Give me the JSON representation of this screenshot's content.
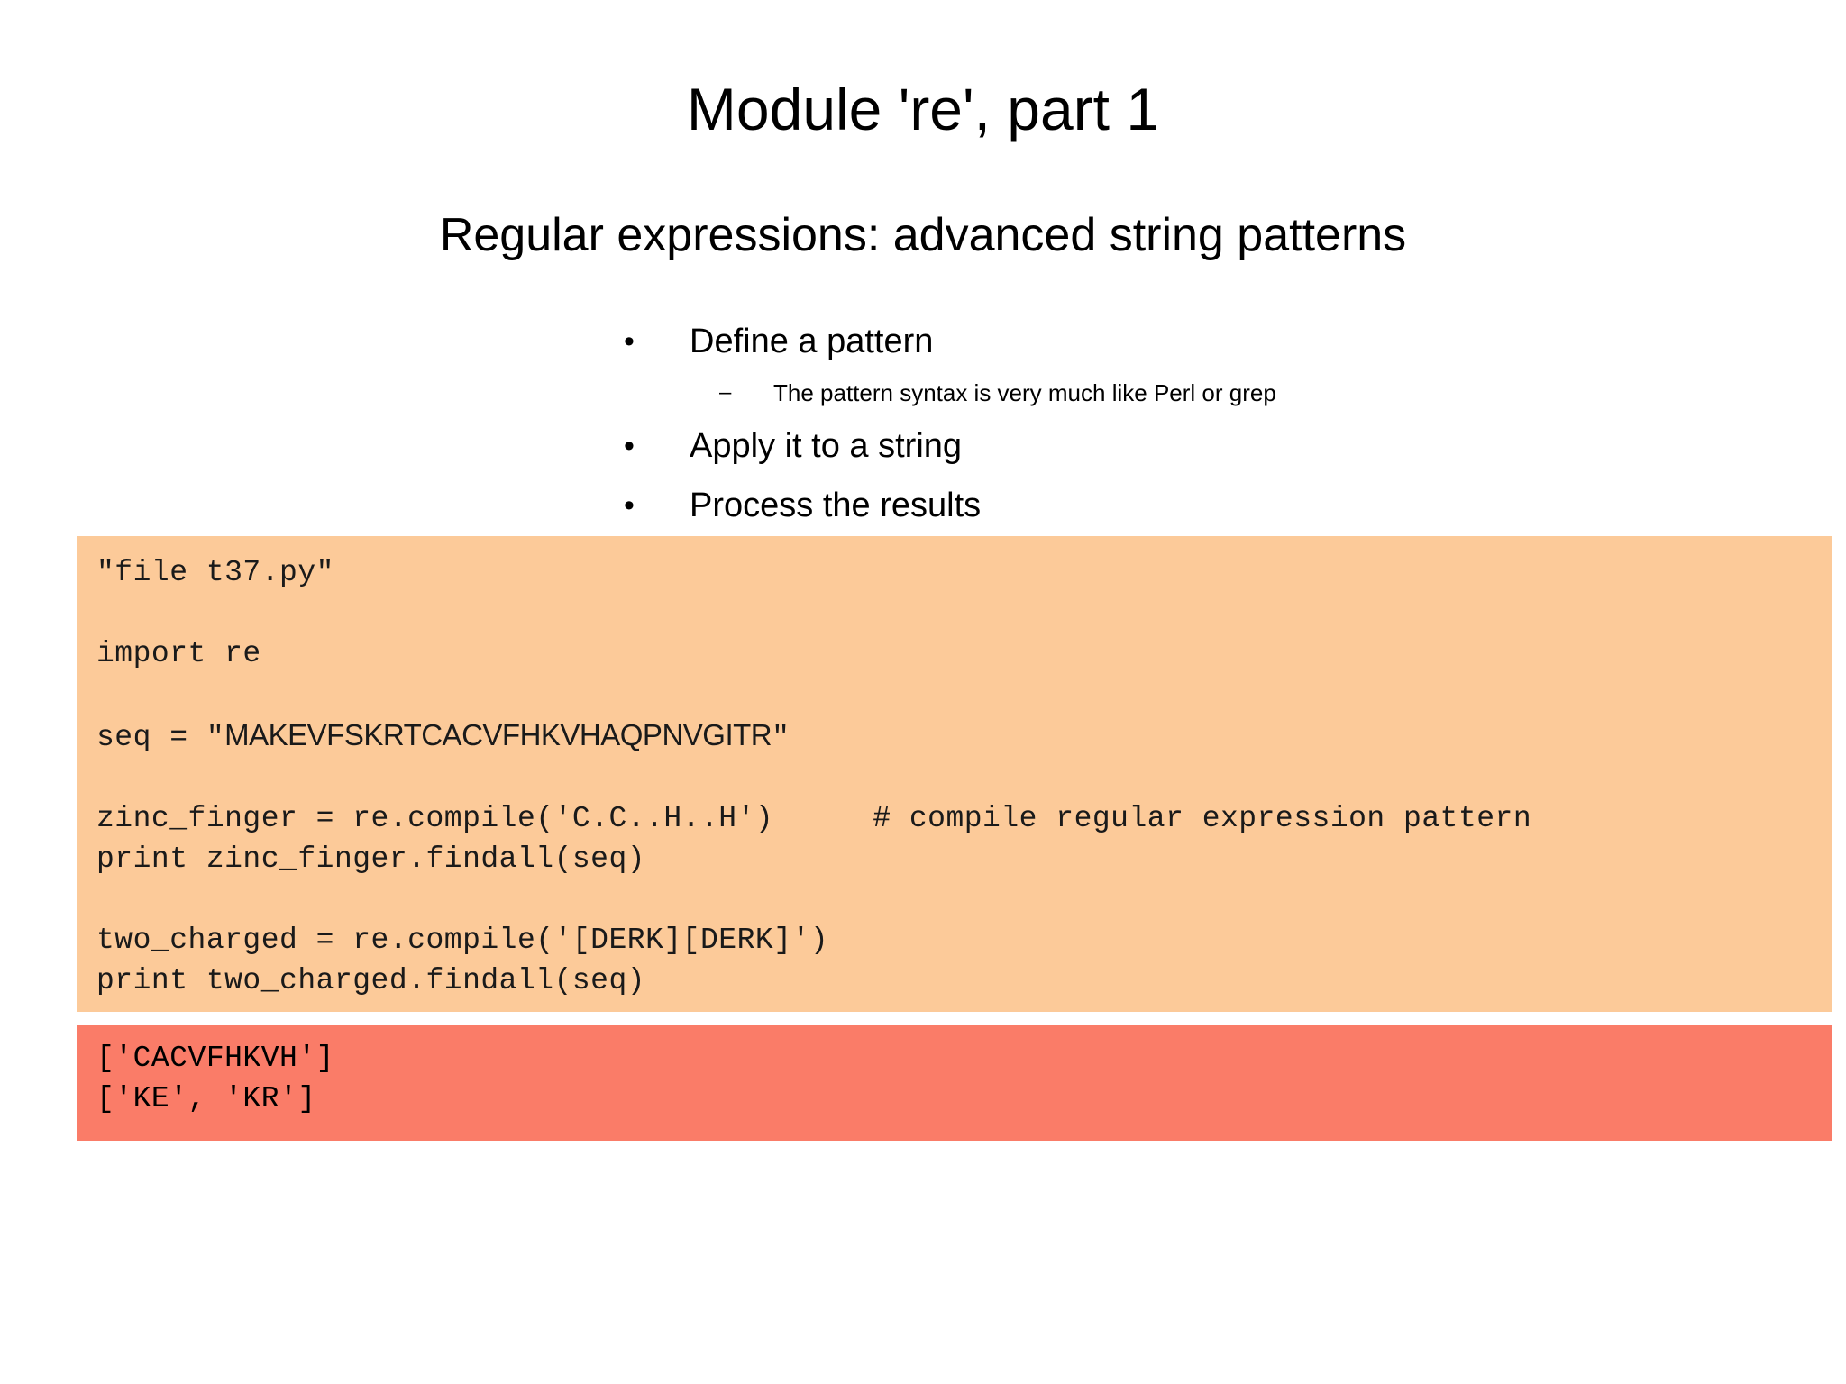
{
  "slide": {
    "title": "Module 're', part 1",
    "subtitle": "Regular expressions: advanced string patterns",
    "bullets": [
      {
        "marker": "•",
        "text": "Define a pattern",
        "sub": [
          {
            "marker": "–",
            "text": "The pattern syntax is very much like Perl or grep"
          }
        ]
      },
      {
        "marker": "•",
        "text": "Apply it to a string",
        "sub": []
      },
      {
        "marker": "•",
        "text": "Process the results",
        "sub": []
      }
    ],
    "code_block": {
      "background_color": "#FCCA99",
      "lines": [
        "\"file t37.py\"",
        "",
        "import re",
        "",
        "seq = ",
        "",
        "zinc_finger = re.compile('C.C..H..H')",
        "print zinc_finger.findall(seq)",
        "",
        "two_charged = re.compile('[DERK][DERK]')",
        "print two_charged.findall(seq)"
      ],
      "line_filename": "\"file t37.py\"",
      "line_import": "import re",
      "line_seq_prefix": "seq = \"",
      "line_seq_value": "MAKEVFSKRTCACVFHKVHAQPNVGITR",
      "line_seq_suffix": "\"",
      "line_zinc_compile": "zinc_finger = re.compile('C.C..H..H')",
      "line_zinc_comment": "# compile regular expression pattern",
      "line_zinc_print": "print zinc_finger.findall(seq)",
      "line_two_compile": "two_charged = re.compile('[DERK][DERK]')",
      "line_two_print": "print two_charged.findall(seq)"
    },
    "output_block": {
      "background_color": "#FA7C68",
      "lines": [
        "['CACVFHKVH']",
        "['KE', 'KR']"
      ],
      "line_1": "['CACVFHKVH']",
      "line_2": "['KE', 'KR']"
    }
  }
}
